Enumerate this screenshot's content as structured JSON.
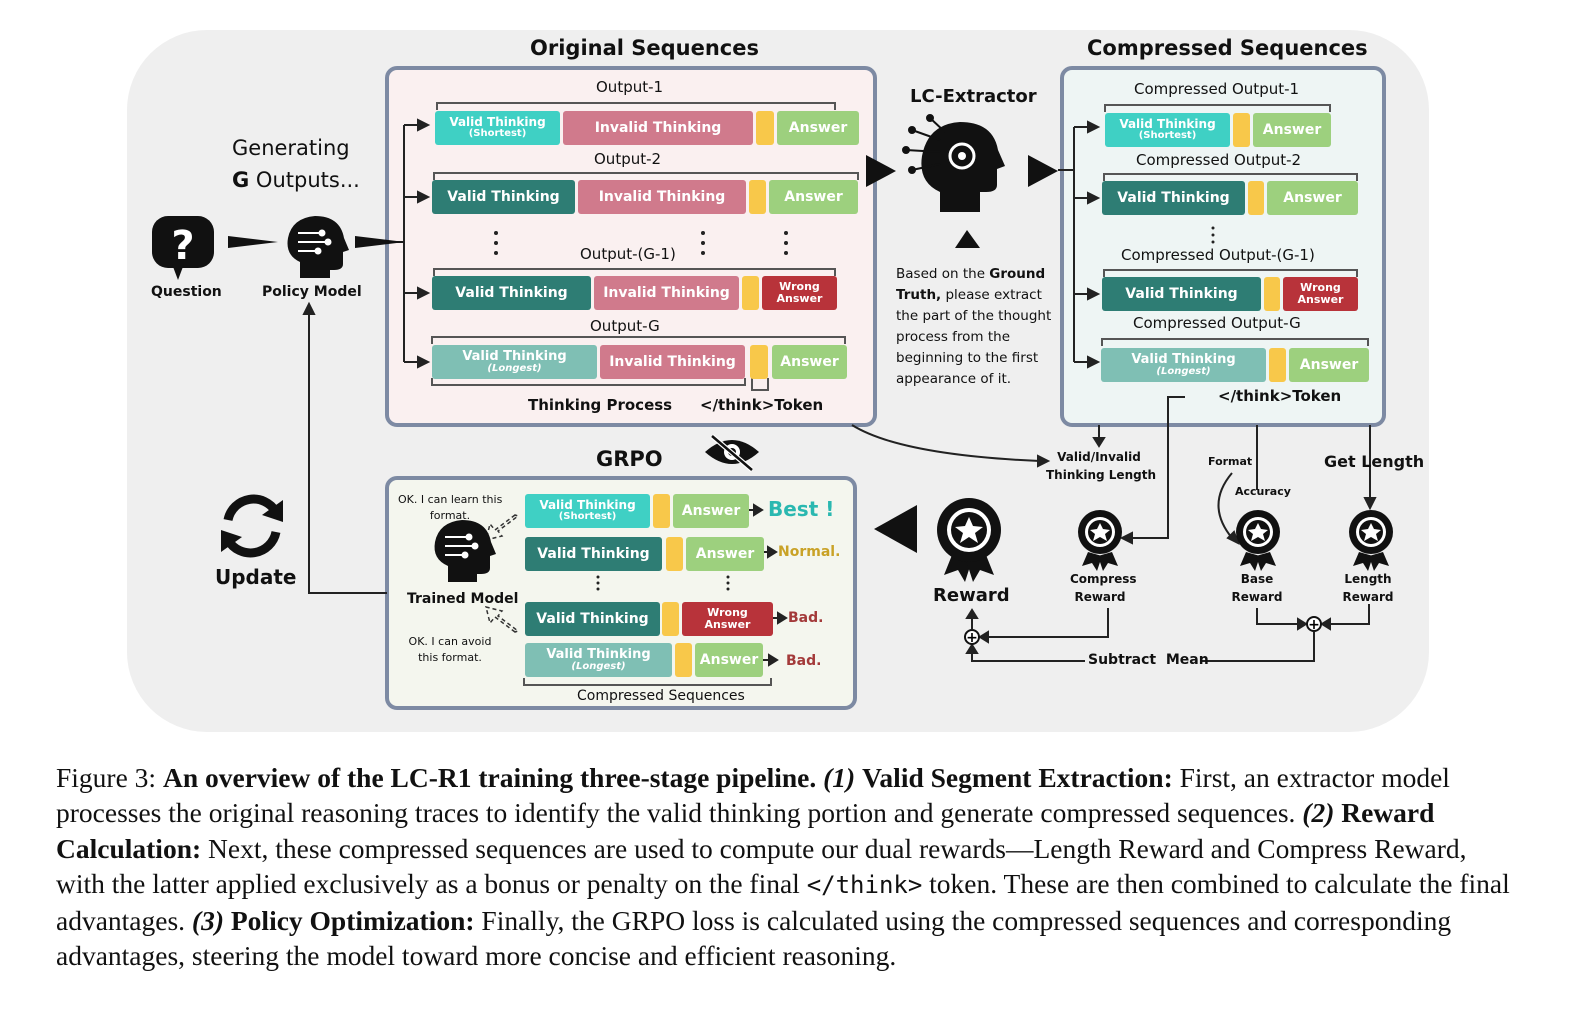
{
  "titles": {
    "original": "Original Sequences",
    "compressed": "Compressed Sequences",
    "lc_extractor": "LC-Extractor",
    "grpo": "GRPO"
  },
  "left": {
    "generating_line1": "Generating",
    "generating_line2_bold": "G",
    "generating_line2_rest": " Outputs...",
    "question": "Question",
    "policy_model": "Policy Model",
    "update": "Update"
  },
  "original": {
    "outputs": [
      "Output-1",
      "Output-2",
      "Output-(G-1)",
      "Output-G"
    ],
    "bottom_labels": {
      "thinking_process": "Thinking Process",
      "think_token": "</think>Token"
    }
  },
  "compressed": {
    "outputs": [
      "Compressed Output-1",
      "Compressed Output-2",
      "Compressed Output-(G-1)",
      "Compressed Output-G"
    ],
    "think_token": "</think>Token"
  },
  "segments": {
    "valid_thinking": "Valid Thinking",
    "invalid_thinking": "Invalid Thinking",
    "answer": "Answer",
    "wrong": "Wrong",
    "answer_word": "Answer",
    "shortest": "(Shortest)",
    "longest": "(Longest)"
  },
  "extractor_note": {
    "line1_a": "Based on the ",
    "line1_b": "Ground",
    "line2_a": "Truth,",
    "line2_b": " please extract",
    "line3": "the part of the thought",
    "line4": "process from the",
    "line5": "beginning to the first",
    "line6": "appearance of it."
  },
  "rewards": {
    "reward": "Reward",
    "valid_invalid_1": "Valid/Invalid",
    "valid_invalid_2": "Thinking Length",
    "format": "Format",
    "accuracy": "Accuracy",
    "get_length": "Get Length",
    "compress_1": "Compress",
    "compress_2": "Reward",
    "base_1": "Base",
    "base_2": "Reward",
    "length_1": "Length",
    "length_2": "Reward",
    "subtract_mean": "Subtract  Mean"
  },
  "grpo": {
    "ok_learn_1": "OK. I can learn this",
    "ok_learn_2": "format.",
    "ok_avoid_1": "OK. I can avoid",
    "ok_avoid_2": "this format.",
    "trained_model": "Trained Model",
    "best": "Best !",
    "normal": "Normal.",
    "bad": "Bad.",
    "compressed_sequences": "Compressed Sequences"
  },
  "colors": {
    "teal_light": "#3fd0c4",
    "teal_dark": "#2e7d74",
    "teal_pale": "#7fbfb4",
    "pink": "#d07a8c",
    "yellow": "#f8c84a",
    "green": "#9dd07e",
    "red": "#b8333a",
    "best": "#2ab8b0",
    "normal": "#c9a227",
    "bad": "#a33a3a"
  },
  "caption": {
    "fig": "Figure 3: ",
    "title": "An overview of the LC-R1 training three-stage pipeline.",
    "s1_num": "(1)",
    "s1_title": "Valid Segment Extraction:",
    "s1_text": " First, an extractor model processes the original reasoning traces to identify the valid thinking portion and generate compressed sequences. ",
    "s2_num": "(2)",
    "s2_title": "Reward Calculation:",
    "s2_text": " Next, these compressed sequences are used to compute our dual rewards—Length Reward and Compress Reward, with the latter applied exclusively as a bonus or penalty on the final ",
    "token": "</think>",
    "s2_text2": " token. These are then combined to calculate the final advantages. ",
    "s3_num": "(3)",
    "s3_title": "Policy Optimization:",
    "s3_text": " Finally, the GRPO loss is calculated using the compressed sequences and corresponding advantages, steering the model toward more concise and efficient reasoning."
  }
}
